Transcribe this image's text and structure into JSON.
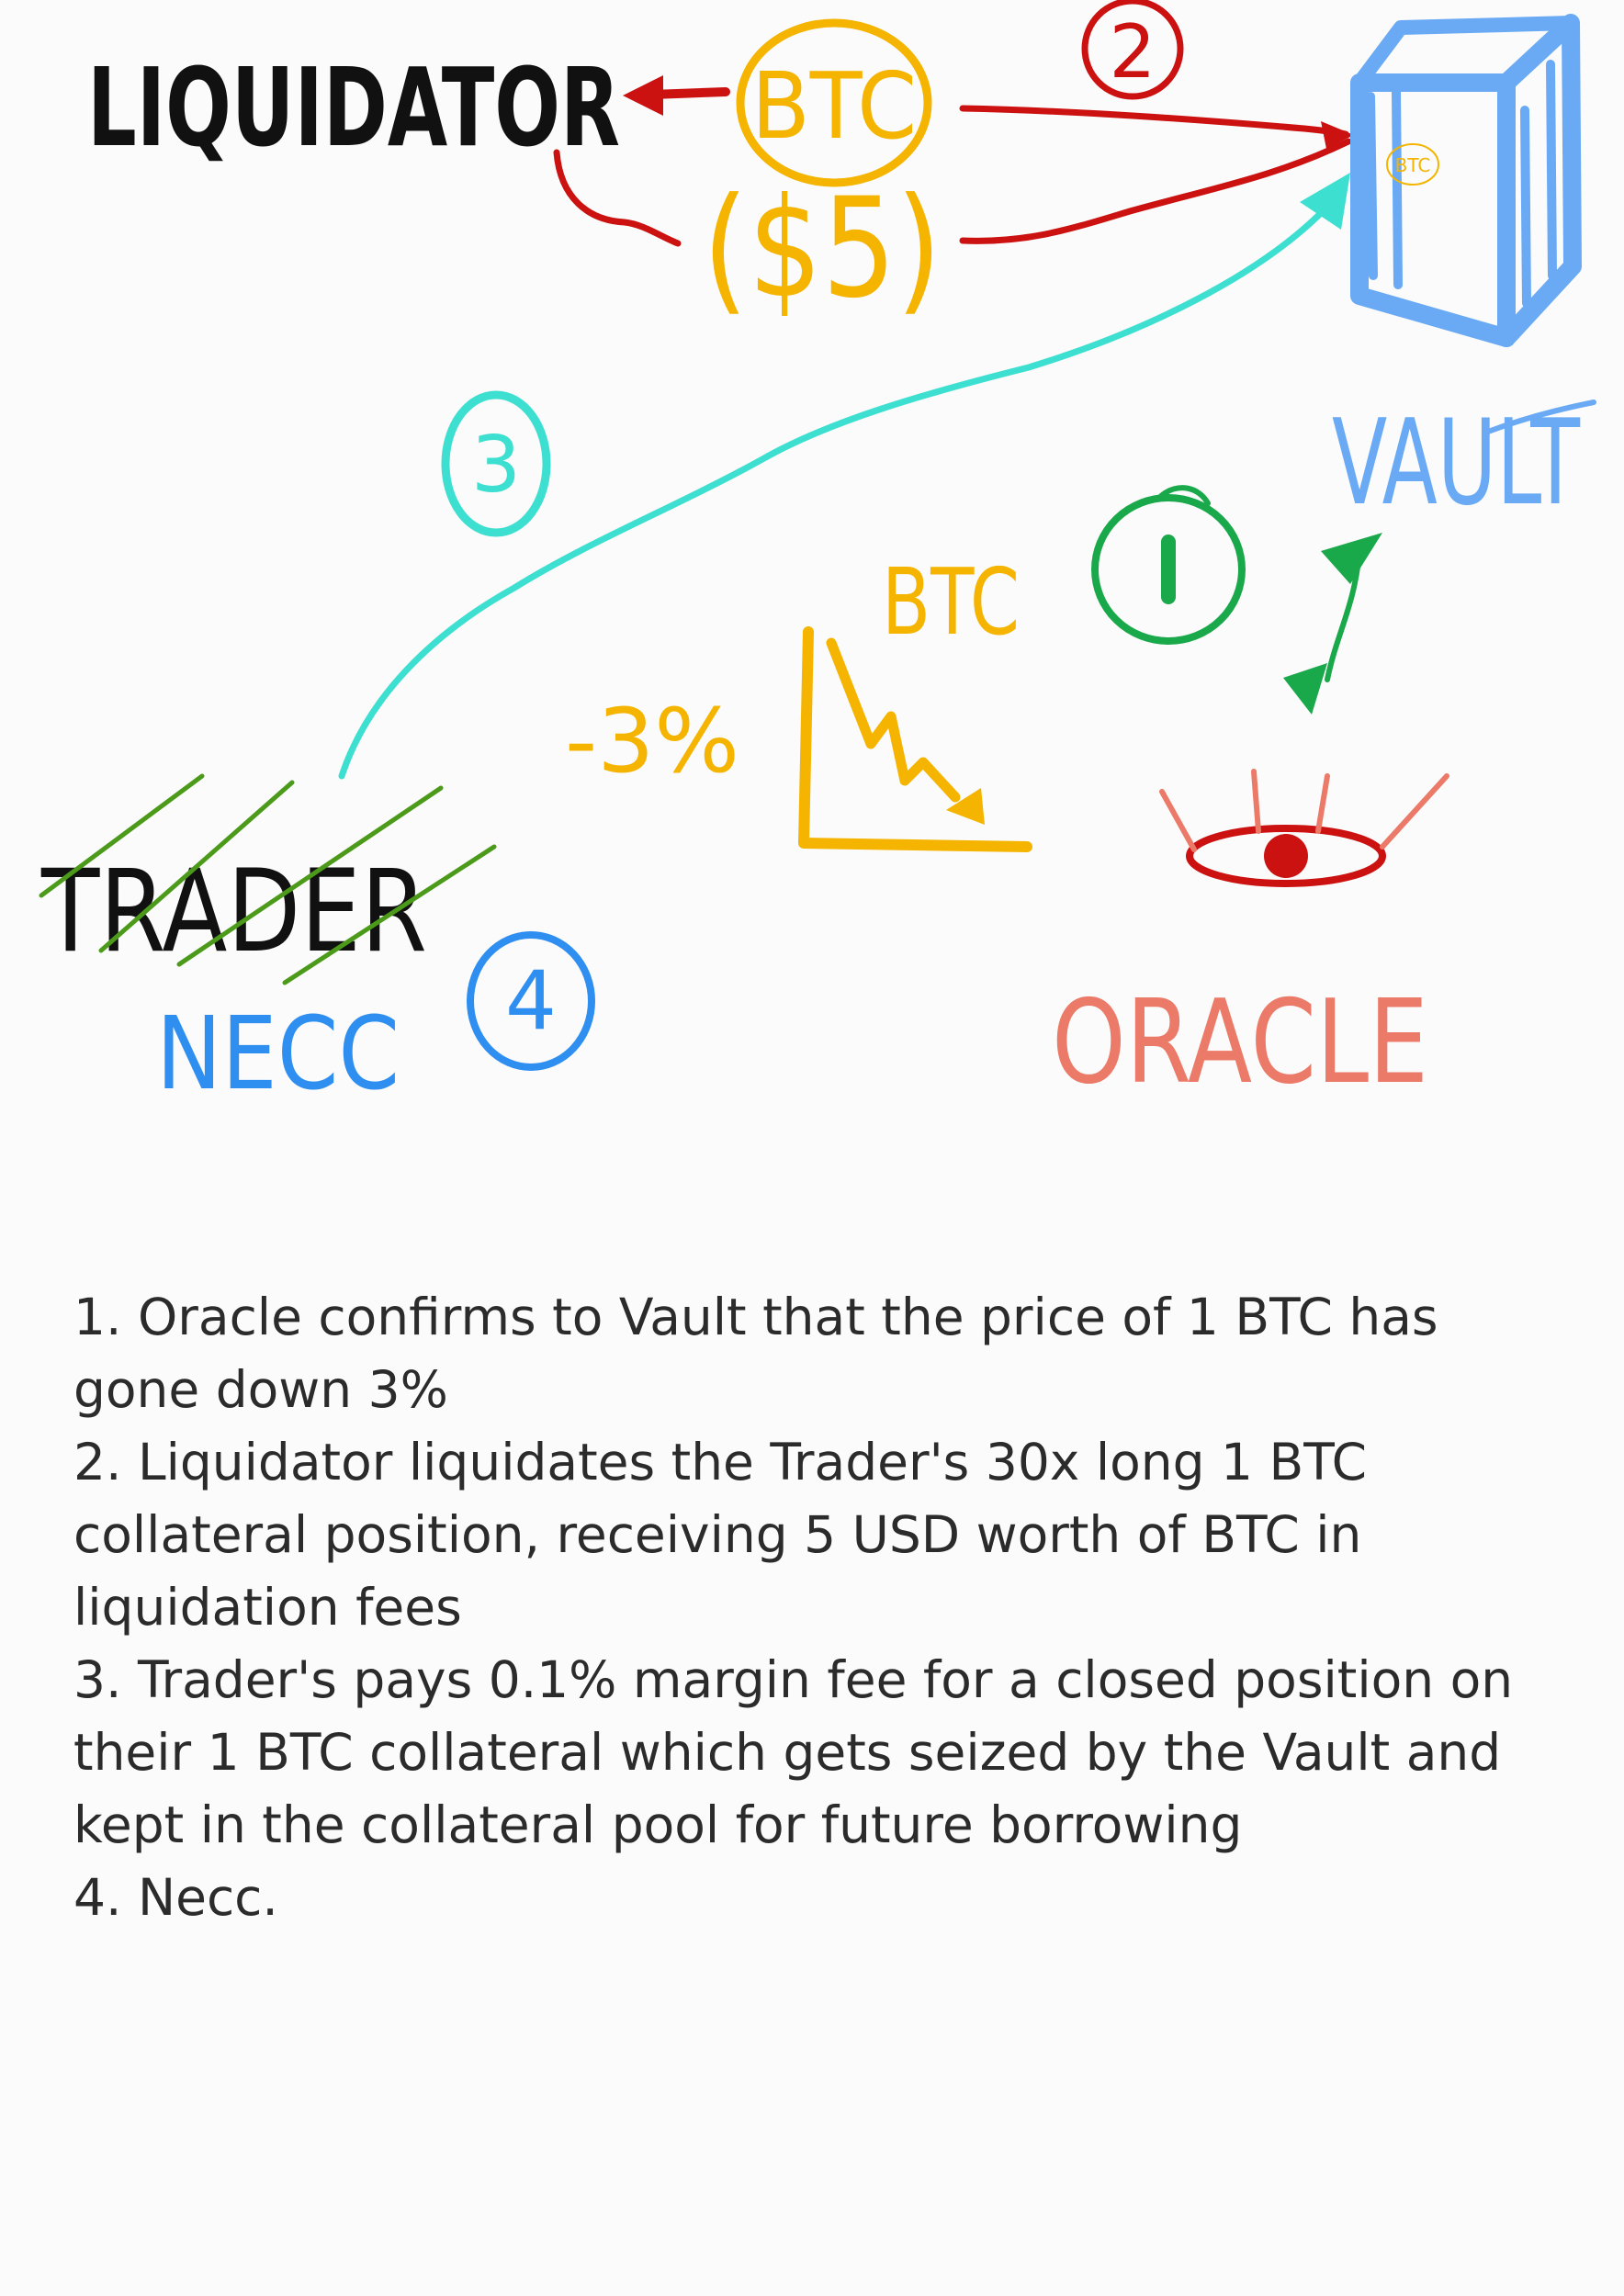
{
  "diagram": {
    "labels": {
      "liquidator": "LIQUIDATOR",
      "btc_coin": "BTC",
      "fee_coin": "($5)",
      "vault": "VAULT",
      "vault_coin": "BTC",
      "btc_chart": "BTC",
      "price_drop": "-3%",
      "trader": "TRADER",
      "necc": "NECC",
      "oracle": "ORACLE"
    },
    "steps": [
      "1",
      "2",
      "3",
      "4"
    ]
  },
  "notes": [
    "1. Oracle confirms to Vault that the price of 1 BTC has gone down 3%",
    "2. Liquidator liquidates the Trader's 30x long 1 BTC collateral position, receiving 5 USD worth of BTC in liquidation fees",
    "3. Trader's pays 0.1% margin fee for a closed position on their 1 BTC collateral which gets seized by the Vault and kept in the collateral pool for future borrowing",
    "4. Necc."
  ],
  "colors": {
    "ink": "#111111",
    "btc_orange": "#f4b400",
    "liquidation_red": "#cc1111",
    "vault_blue": "#6aaaf5",
    "flow_cyan": "#3ddfd0",
    "oracle_green": "#19a84a",
    "oracle_salmon": "#ec7a68",
    "necc_blue": "#2f8ff0",
    "strike_green": "#4c9a1a",
    "note_text": "#2b2b2b"
  }
}
